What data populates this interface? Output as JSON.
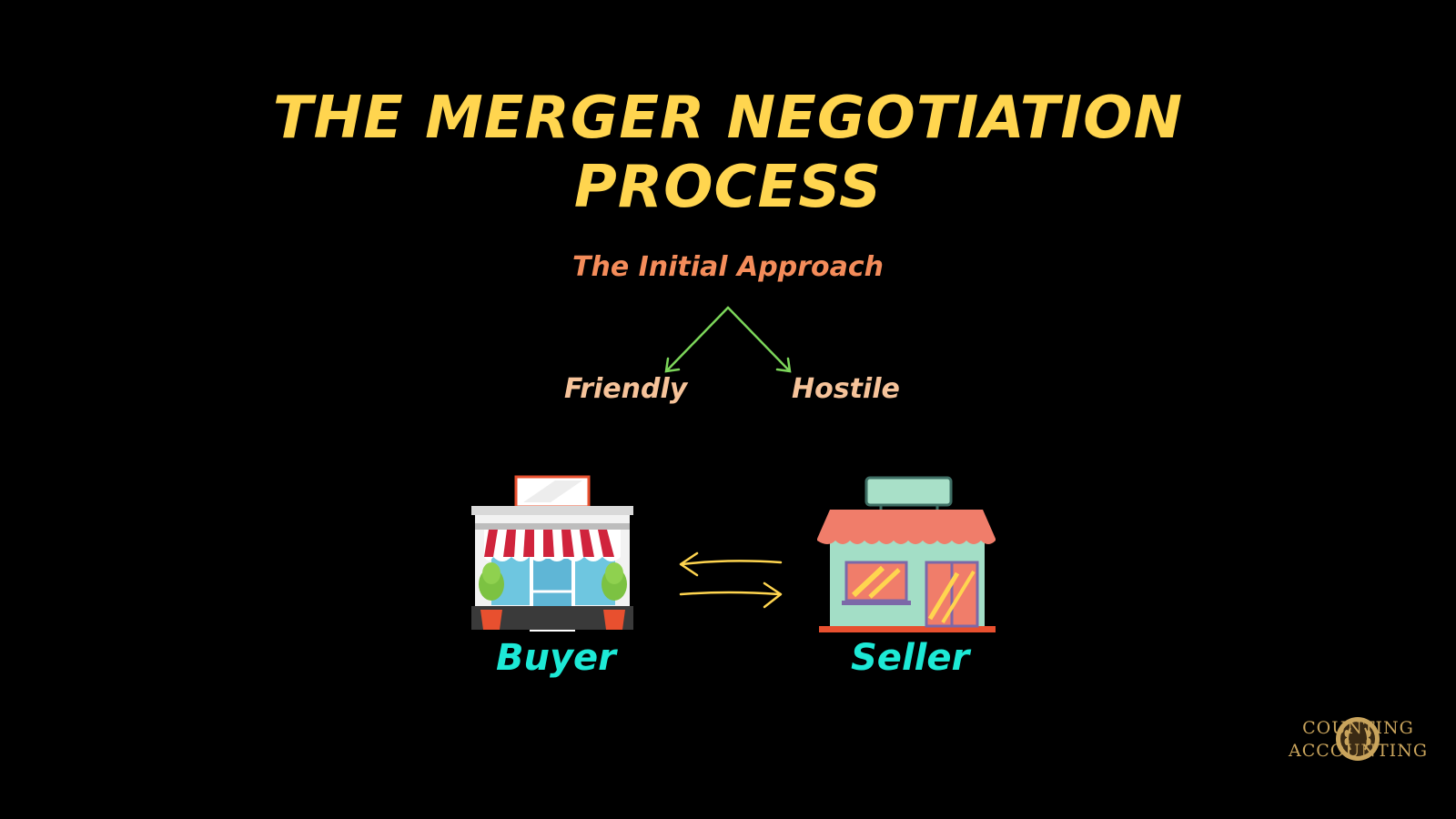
{
  "title": {
    "line1": "THE MERGER NEGOTIATION",
    "line2": "PROCESS"
  },
  "approach": {
    "label": "The Initial Approach",
    "branches": [
      "Friendly",
      "Hostile"
    ]
  },
  "parties": {
    "buyer": "Buyer",
    "seller": "Seller"
  },
  "brand": {
    "line1": "COUNTING",
    "line2": "ACCOUNTING"
  },
  "icons": {
    "buyer": "storefront-icon",
    "seller": "shop-icon",
    "exchange": "exchange-arrows-icon",
    "logo": "laurel-seal-icon"
  },
  "colors": {
    "background": "#000000",
    "title": "#FFD54F",
    "approach": "#F48C5A",
    "branch": "#F6C39A",
    "branch_arrows": "#7CD65A",
    "party": "#1DE9D6",
    "exchange_arrows": "#FFD54F",
    "brand": "#C9A45C"
  }
}
